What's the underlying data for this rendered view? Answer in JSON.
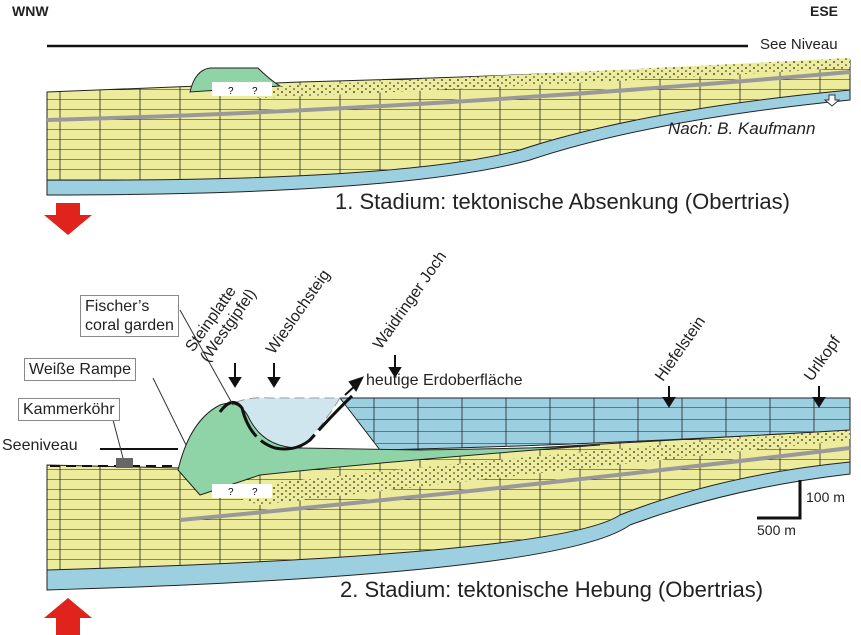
{
  "orientation": {
    "west": "WNW",
    "east": "ESE"
  },
  "stage1": {
    "sea_level": "See Niveau",
    "source": "Nach: B. Kaufmann",
    "title": "1. Stadium: tektonische Absenkung (Obertrias)",
    "unknown_marks": [
      "?",
      "?"
    ]
  },
  "stage2": {
    "title": "2. Stadium: tektonische Hebung (Obertrias)",
    "sea_level": "Seeniveau",
    "labels": {
      "fischers": "Fischer's\ncoral garden",
      "fischers_l1": "Fischer’s",
      "fischers_l2": "coral garden",
      "weisse_rampe": "Weiße Rampe",
      "kammerkoehr": "Kammerköhr",
      "steinplatte_l1": "Steinplatte",
      "steinplatte_l2": "(Westgipfel)",
      "wieslochsteig": "Wieslochsteig",
      "waidringer": "Waidringer Joch",
      "surface": "heutige Erdoberfläche",
      "hiefelstein": "Hiefelstein",
      "urlkopf": "Urlkopf"
    },
    "unknown_marks": [
      "?",
      "?"
    ],
    "scale": {
      "vertical": "100 m",
      "horizontal": "500 m"
    }
  },
  "colors": {
    "yellow": "#ecec9c",
    "blue": "#9ccfe0",
    "green": "#8fd4a6",
    "gray": "#b0b0b0",
    "arrow": "#e0231c"
  }
}
